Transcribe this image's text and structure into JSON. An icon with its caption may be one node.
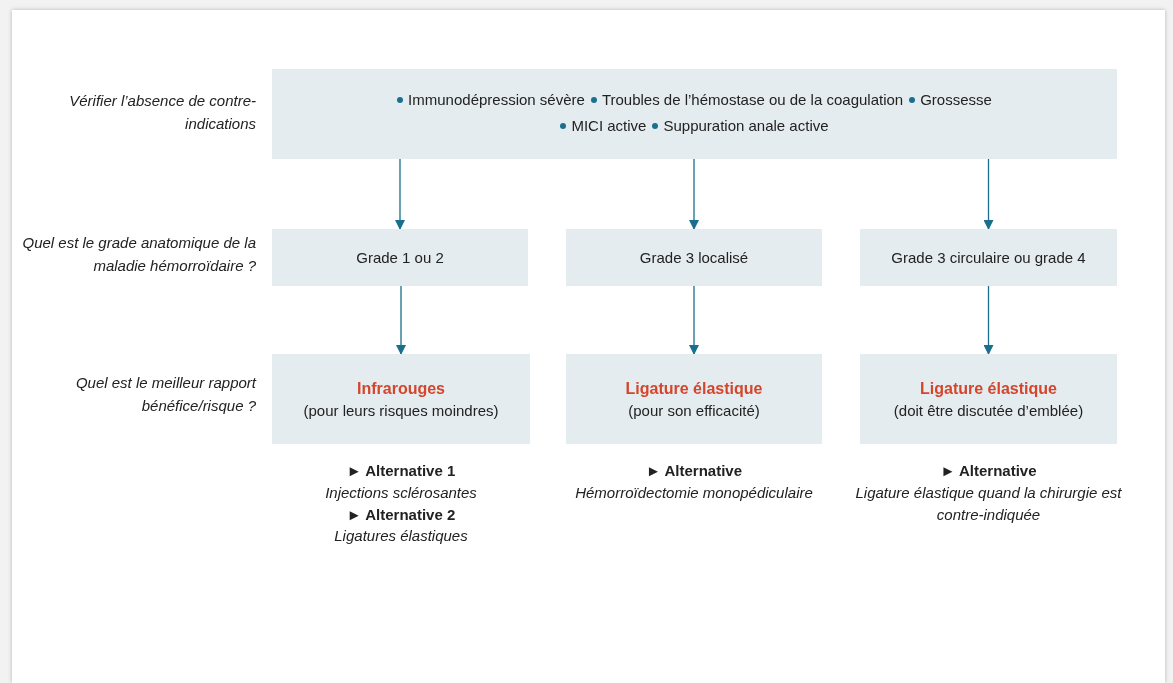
{
  "diagram": {
    "nodes": [
      {
        "text": [
          "Immunodépression sévère",
          "Troubles de l’hémostase ou de la coagulation",
          "Grossesse",
          "MICI active",
          "Suppuration anale active"
        ]
      },
      {
        "text": [
          "Grade 1 ou 2"
        ]
      },
      {
        "text": [
          "Grade 3 localisé"
        ]
      },
      {
        "text": [
          "Grade 3 circulaire ou grade 4"
        ]
      },
      {
        "text": [
          "Infrarouges",
          "(pour leurs risques moindres)"
        ],
        "beside": [
          "► Alternative 1",
          "Injections sclérosantes",
          "► Alternative 2",
          "Ligatures élastiques"
        ]
      },
      {
        "text": [
          "Ligature élastique",
          "(pour son efficacité)"
        ],
        "beside": [
          "► Alternative",
          "Hémorroïdectomie monopédiculaire"
        ]
      },
      {
        "text": [
          "Ligature élastique",
          "(doit être discutée d’emblée)"
        ],
        "beside": [
          "► Alternative",
          "Ligature élastique quand la chirurgie est contre-indiquée"
        ]
      }
    ],
    "edges": [
      {
        "from": 0,
        "to": 1,
        "arrow": "to"
      },
      {
        "from": 0,
        "to": 2,
        "arrow": "to"
      },
      {
        "from": 0,
        "to": 3,
        "arrow": "to"
      },
      {
        "from": 1,
        "to": 4,
        "arrow": "to"
      },
      {
        "from": 2,
        "to": 5,
        "arrow": "to"
      },
      {
        "from": 3,
        "to": 6,
        "arrow": "to"
      }
    ],
    "labels": [
      "Vérifier l’absence de contre-indications",
      "Quel est le grade anatomique de la maladie hémorroïdaire ?",
      "Quel est le meilleur rapport bénéfice/risque ?"
    ]
  }
}
